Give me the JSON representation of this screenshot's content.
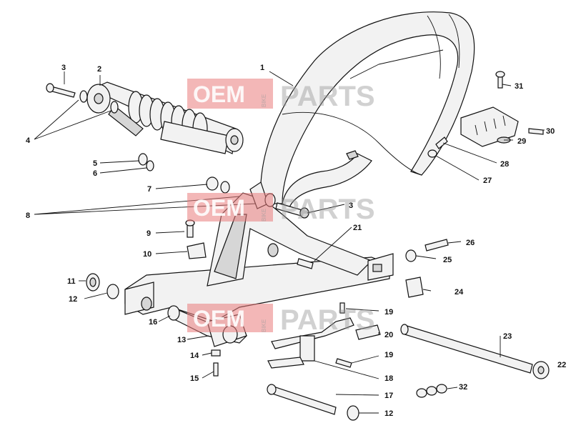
{
  "watermark": {
    "brand_left": "OEM",
    "brand_small": "BIKE",
    "brand_right": "PARTS"
  },
  "callouts": {
    "c1": "1",
    "c2": "2",
    "c3a": "3",
    "c3b": "3",
    "c4": "4",
    "c5": "5",
    "c6": "6",
    "c7": "7",
    "c8": "8",
    "c9": "9",
    "c10": "10",
    "c11": "11",
    "c12a": "12",
    "c12b": "12",
    "c13": "13",
    "c14": "14",
    "c15": "15",
    "c16": "16",
    "c17": "17",
    "c18": "18",
    "c19a": "19",
    "c19b": "19",
    "c20": "20",
    "c21": "21",
    "c22": "22",
    "c23": "23",
    "c24": "24",
    "c25": "25",
    "c26": "26",
    "c27": "27",
    "c28": "28",
    "c29": "29",
    "c30": "30",
    "c31": "31",
    "c32": "32"
  }
}
